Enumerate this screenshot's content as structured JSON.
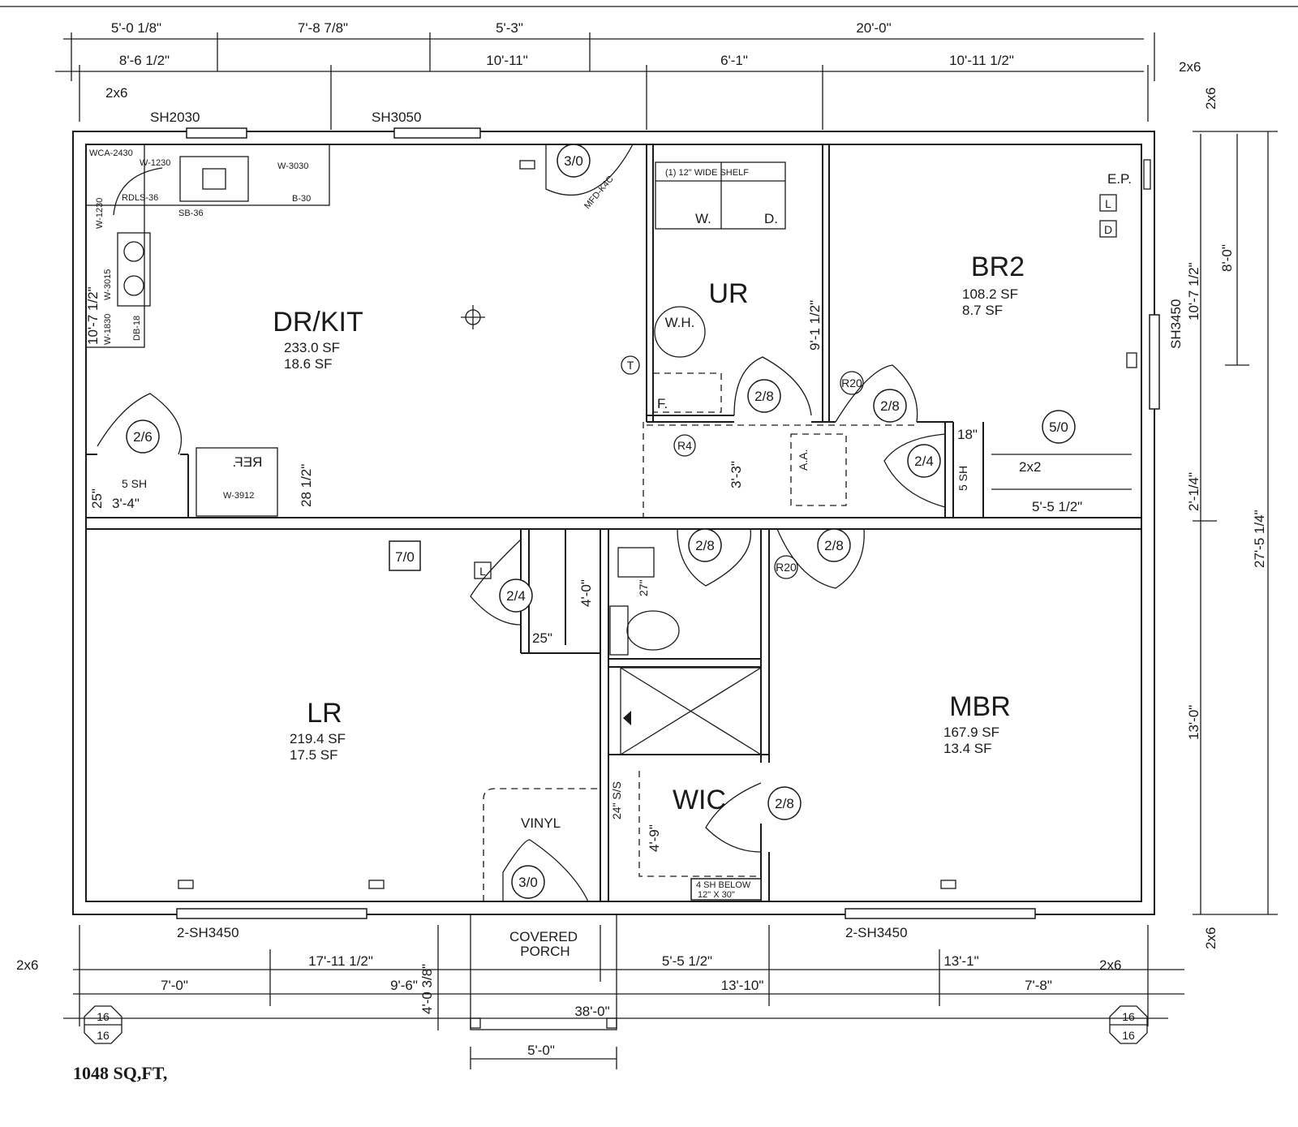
{
  "dimensions": {
    "top_row1": [
      "5'-0 1/8\"",
      "7'-8 7/8\"",
      "5'-3\"",
      "20'-0\""
    ],
    "top_row2": [
      "8'-6 1/2\"",
      "10'-11\"",
      "6'-1\"",
      "10'-11 1/2\""
    ],
    "bottom_row1": [
      "17'-11 1/2\"",
      "5'-5 1/2\"",
      "13'-1\""
    ],
    "bottom_row2": [
      "7'-0\"",
      "9'-6\"",
      "13'-10\"",
      "7'-8\""
    ],
    "overall_width": "38'-0\"",
    "porch_width": "5'-0\"",
    "porch_depth": "4'-0 3/8\"",
    "right_a": "8'-0\"",
    "right_b": "10'-7 1/2\"",
    "right_c": "13'-0\"",
    "right_total": "27'-5 1/4\"",
    "right_small": "2'-1/4\"",
    "ur_depth": "9'-1 1/2\"",
    "hall_width": "3'-3\"",
    "bath_depth": "4'-0\"",
    "wic_depth": "4'-9\"",
    "kitchen_len": "10'-7 1/2\"",
    "ref_depth": "28 1/2\"",
    "closet_w1": "3'-4\"",
    "closet_25a": "25\"",
    "closet_25b": "25\"",
    "bath_27": "27\"",
    "closet_18": "18\"",
    "br2_closet": "5'-5 1/2\"",
    "wic_shelf": "24\" S/S"
  },
  "framing": {
    "label_2x6": "2x6",
    "label_2x2": "2x2"
  },
  "windows": {
    "sh2030": "SH2030",
    "sh3050": "SH3050",
    "sh3450": "SH3450",
    "lr_sh": "2-SH3450",
    "mbr_sh": "2-SH3450",
    "closet_sh": "5 SH",
    "br2_closet_sh": "5 SH",
    "wic_sh": "4 SH BELOW",
    "wic_sh2": "12\" X 30\""
  },
  "rooms": {
    "drkit": {
      "name": "DR/KIT",
      "area1": "233.0 SF",
      "area2": "18.6 SF"
    },
    "ur": {
      "name": "UR"
    },
    "br2": {
      "name": "BR2",
      "area1": "108.2 SF",
      "area2": "8.7 SF"
    },
    "lr": {
      "name": "LR",
      "area1": "219.4 SF",
      "area2": "17.5 SF"
    },
    "mbr": {
      "name": "MBR",
      "area1": "167.9 SF",
      "area2": "13.4 SF"
    },
    "wic": {
      "name": "WIC"
    },
    "vinyl": "VINYL",
    "porch": [
      "COVERED",
      "PORCH"
    ]
  },
  "doors": {
    "front": "3/0",
    "kitchen_exterior": "3/0",
    "pantry": "2/6",
    "ur": "2/8",
    "br2": "2/8",
    "br2_closet": "2/4",
    "br2_window": "5/0",
    "bath": "2/8",
    "mbr": "2/8",
    "lr_closet": "2/4",
    "wic": "2/8",
    "opening": "7/0"
  },
  "fixtures": {
    "wca": "WCA-2430",
    "w1230a": "W-1230",
    "w1230b": "W-1230",
    "w3030": "W-3030",
    "b30": "B-30",
    "rdls": "RDLS-36",
    "sb36": "SB-36",
    "w3015": "W-3015",
    "w1830": "W-1830",
    "db18": "DB-18",
    "ref": "REF.",
    "w3912": "W-3912",
    "mfd": "MFD-K4C",
    "shelf": "(1) 12\" WIDE SHELF",
    "washer": "W.",
    "dryer": "D.",
    "wh": "W.H.",
    "furnace": "F.",
    "t": "T",
    "r4": "R4",
    "r20a": "R20",
    "r20b": "R20",
    "aa": "A.A.",
    "ep": "E.P.",
    "l1": "L",
    "d1": "D",
    "l2": "L"
  },
  "badges": {
    "left_top": "16",
    "left_bottom": "16",
    "right_top": "16",
    "right_bottom": "16"
  },
  "total_area": "1048 SQ,FT,"
}
